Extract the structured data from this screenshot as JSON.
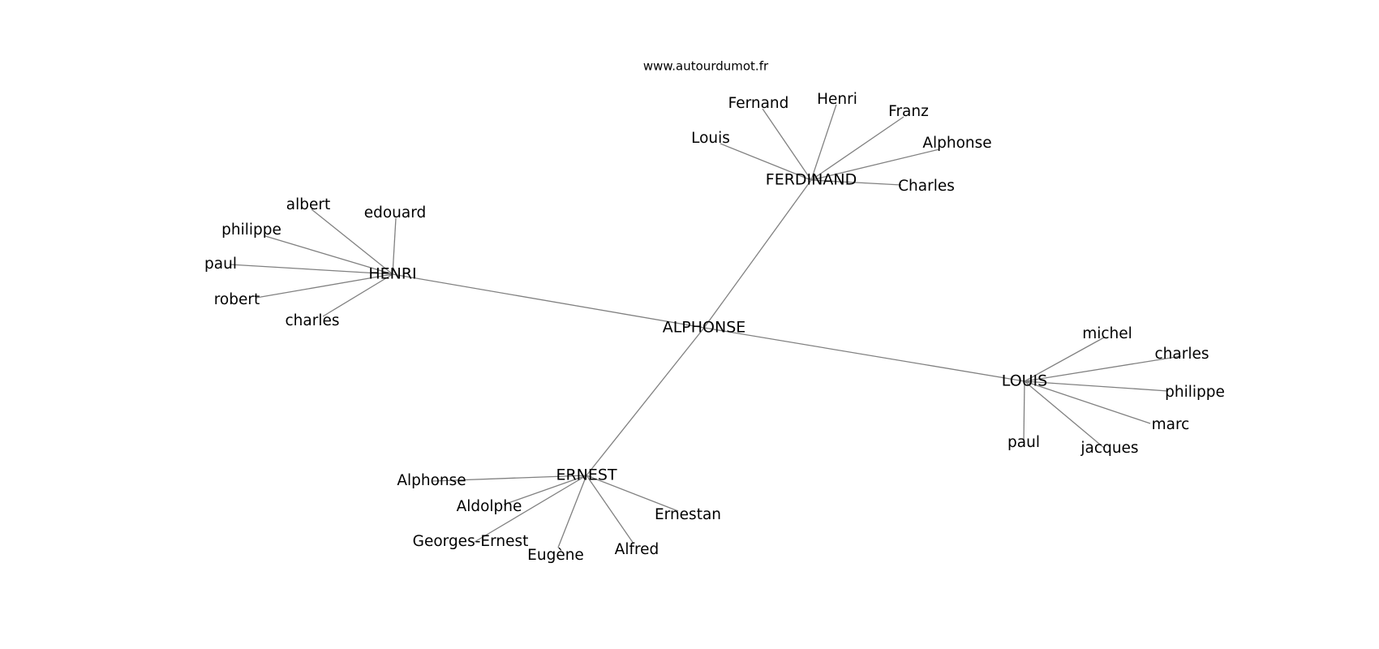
{
  "watermark": "www.autourdumot.fr",
  "root": {
    "id": "root",
    "label": "ALPHONSE"
  },
  "hubs": [
    {
      "id": "ferdinand",
      "label": "FERDINAND",
      "children": [
        "Louis",
        "Fernand",
        "Henri",
        "Franz",
        "Alphonse",
        "Charles"
      ]
    },
    {
      "id": "henri",
      "label": "HENRI",
      "children": [
        "albert",
        "edouard",
        "philippe",
        "paul",
        "robert",
        "charles"
      ]
    },
    {
      "id": "louis",
      "label": "LOUIS",
      "children": [
        "michel",
        "charles",
        "philippe",
        "marc",
        "jacques",
        "paul"
      ]
    },
    {
      "id": "ernest",
      "label": "ERNEST",
      "children": [
        "Alphonse",
        "Aldolphe",
        "Georges-Ernest",
        "Eugène",
        "Alfred",
        "Ernestan"
      ]
    }
  ],
  "colors": {
    "edge": "#808080",
    "text": "#000000",
    "background": "#ffffff"
  }
}
